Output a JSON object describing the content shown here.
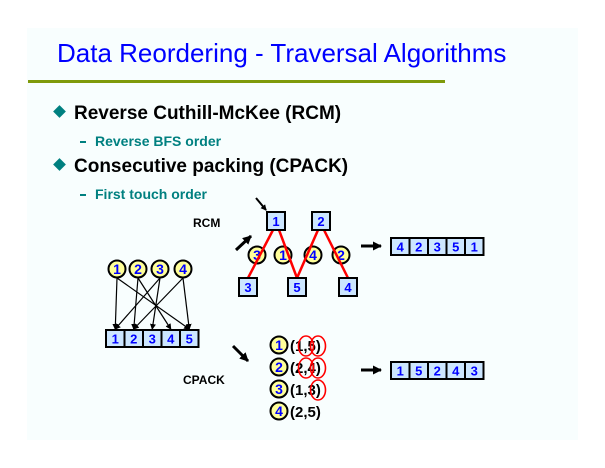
{
  "slide": {
    "title": "Data Reordering  - Traversal Algorithms",
    "bullets": [
      {
        "text": "Reverse Cuthill-McKee (RCM)",
        "sub": "Reverse BFS order"
      },
      {
        "text": "Consecutive packing (CPACK)",
        "sub": "First touch order"
      }
    ],
    "colors": {
      "title": "#0000ff",
      "rule": "#7f9a0b",
      "sub_text": "#008080",
      "node_fill": "#ffff99",
      "cell_fill": "#cce6ff",
      "edge_highlight": "#ff0000"
    }
  },
  "diagram": {
    "rcm_label": "RCM",
    "cpack_label": "CPACK",
    "computations": [
      "1",
      "2",
      "3",
      "4"
    ],
    "data_array": [
      "1",
      "2",
      "3",
      "4",
      "5"
    ],
    "edges": [
      {
        "computation": "1",
        "data": [
          "1",
          "5"
        ]
      },
      {
        "computation": "2",
        "data": [
          "2",
          "4"
        ]
      },
      {
        "computation": "3",
        "data": [
          "1",
          "3"
        ]
      },
      {
        "computation": "4",
        "data": [
          "2",
          "5"
        ]
      }
    ],
    "rcm_tree": {
      "roots": [
        "1",
        "2"
      ],
      "middle_computations": [
        "3",
        "1",
        "4",
        "2"
      ],
      "leaves": [
        "3",
        "5",
        "4"
      ]
    },
    "rcm_result": [
      "4",
      "2",
      "3",
      "5",
      "1"
    ],
    "cpack_pairs": [
      {
        "computation": "1",
        "text": "(1,5)",
        "circled": [
          "1",
          "5"
        ]
      },
      {
        "computation": "2",
        "text": "(2,4)",
        "circled": [
          "2",
          "4"
        ]
      },
      {
        "computation": "3",
        "text": "(1,3)",
        "circled": [
          "3"
        ]
      },
      {
        "computation": "4",
        "text": "(2,5)",
        "circled": []
      }
    ],
    "cpack_result": [
      "1",
      "5",
      "2",
      "4",
      "3"
    ]
  }
}
